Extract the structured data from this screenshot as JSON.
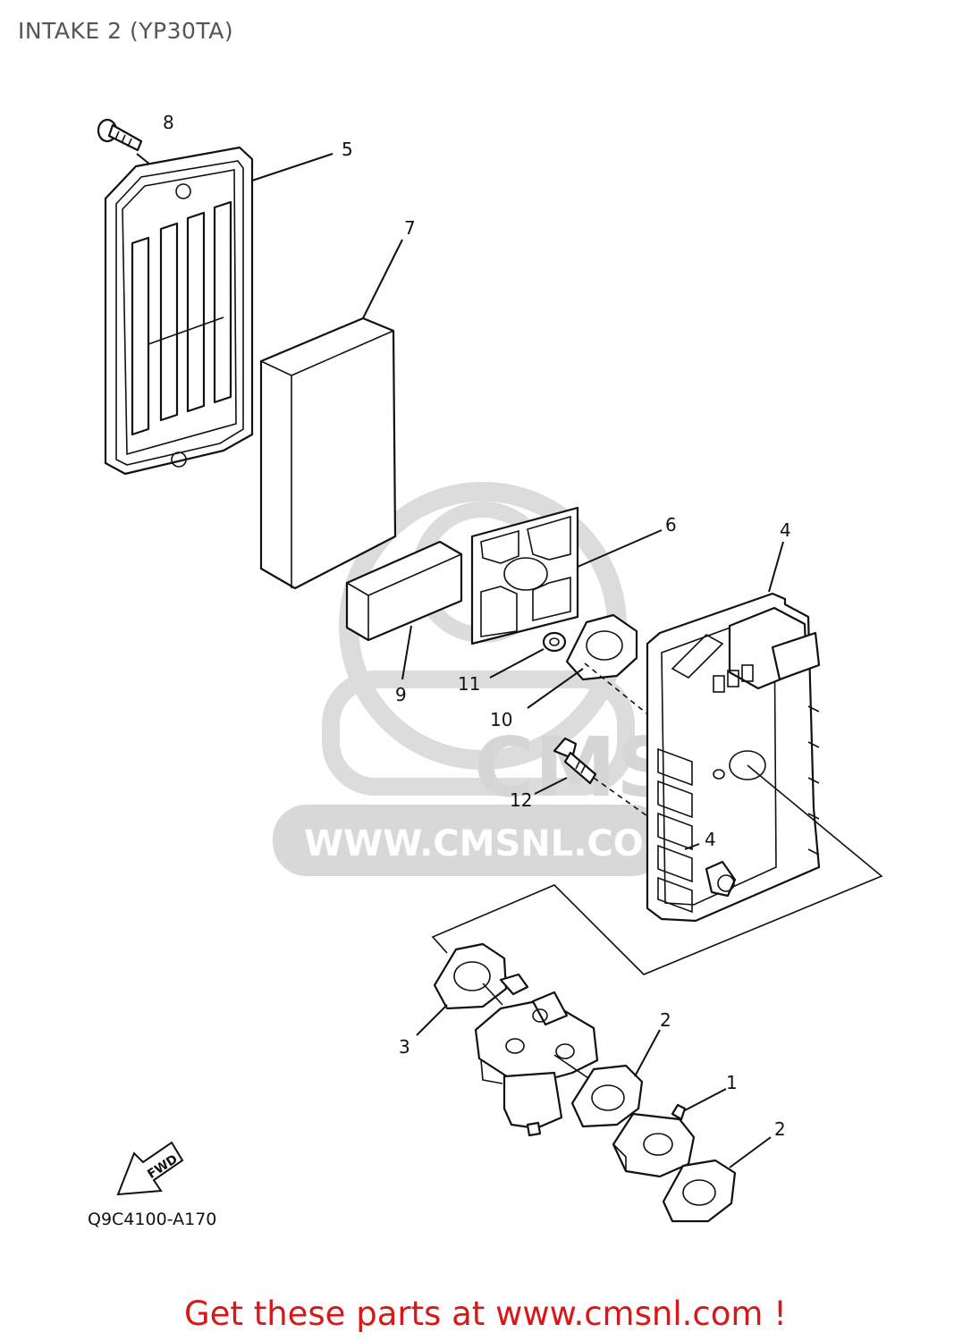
{
  "header": {
    "title": "INTAKE 2 (YP30TA)"
  },
  "diagram": {
    "callouts": {
      "c1": "1",
      "c2a": "2",
      "c2b": "2",
      "c3": "3",
      "c4a": "4",
      "c4b": "4",
      "c5": "5",
      "c6": "6",
      "c7": "7",
      "c8": "8",
      "c9": "9",
      "c10": "10",
      "c11": "11",
      "c12": "12"
    },
    "fwd_label": "FWD",
    "drawing_code": "Q9C4100-A170",
    "watermark": {
      "brand": "CMS",
      "url": "WWW.CMSNL.COM"
    }
  },
  "footer": {
    "promo": "Get these parts at www.cmsnl.com !",
    "color": "#d81818"
  }
}
